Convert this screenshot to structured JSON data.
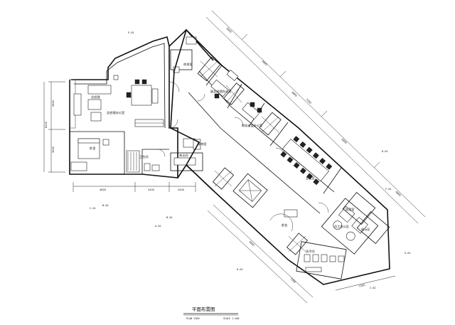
{
  "drawing": {
    "title": "平面布置图",
    "subtitle": "PLAN VIEW",
    "scale": "SCALE 1:100"
  },
  "rooms": {
    "r1": "总经理",
    "r2": "总经理办公室",
    "r3": "卧室",
    "r4": "卫生间",
    "r5": "休息室",
    "r6": "接待室",
    "r7": "副总经理办公室",
    "r8": "财务总监办公室",
    "r9": "会议室",
    "r10": "茶水间",
    "r11": "前台",
    "r12": "员工办公区",
    "r13": "洗手间",
    "r14": "档案室",
    "r15": "展示区"
  },
  "dimensions": {
    "d1": "3600",
    "d2": "3600",
    "d3": "4800",
    "d4": "2400",
    "d5": "2400",
    "d6": "3600",
    "d7": "3600",
    "d8": "8100",
    "d9": "4800",
    "d10": "3600",
    "d11": "4800",
    "d12": "3600",
    "d13": "7200",
    "d14": "7200",
    "d15": "7200"
  },
  "tags": {
    "t1": "E-01",
    "t2": "C-01",
    "t3": "B-01",
    "t4": "A-01",
    "t5": "B-02",
    "t6": "D-01",
    "t7": "F-01",
    "t8": "G-01",
    "t9": "H-01",
    "t10": "I-01"
  }
}
